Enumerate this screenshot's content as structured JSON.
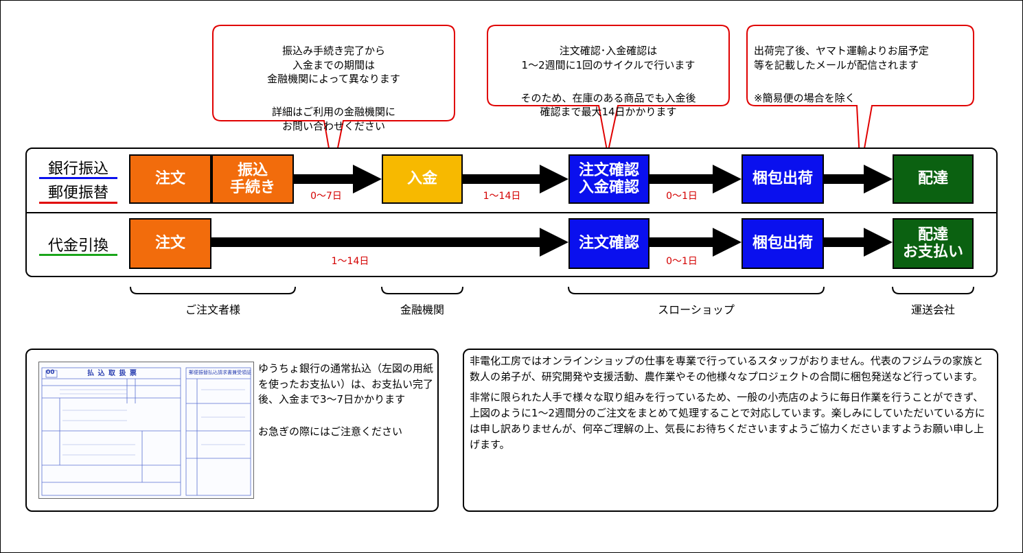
{
  "methods": {
    "bank": "銀行振込",
    "postal": "郵便振替",
    "cod": "代金引換",
    "colors": {
      "bank": "#0a10ee",
      "postal": "#e00000",
      "cod": "#1aa51a"
    }
  },
  "row1": {
    "order": "注文",
    "transfer": "振込\n手続き",
    "deposit": "入金",
    "confirm": "注文確認\n入金確認",
    "ship": "梱包出荷",
    "deliver": "配達",
    "d1": "0～7日",
    "d2": "1～14日",
    "d3": "0～1日"
  },
  "row2": {
    "order": "注文",
    "confirm": "注文確認",
    "ship": "梱包出荷",
    "deliver": "配達\nお支払い",
    "d1": "1～14日",
    "d2": "0～1日"
  },
  "groups": {
    "customer": "ご注文者様",
    "bank": "金融機関",
    "shop": "スローショップ",
    "carrier": "運送会社"
  },
  "callouts": {
    "c1": {
      "p1": "振込み手続き完了から\n入金までの期間は\n金融機関によって異なります",
      "p2": "詳細はご利用の金融機関に\nお問い合わせください"
    },
    "c2": {
      "p1": "注文確認･入金確認は\n1～2週間に1回のサイクルで行います",
      "p2": "そのため、在庫のある商品でも入金後\n確認まで最大14日かかります"
    },
    "c3": {
      "p1": "出荷完了後、ヤマト運輸よりお届予定\n等を記載したメールが配信されます",
      "p2": "※簡易便の場合を除く"
    }
  },
  "slip_note": {
    "p1": "ゆうちょ銀行の通常払込（左図の用紙を使ったお支払い）は、お支払い完了後、入金まで3～7日かかります",
    "p2": "お急ぎの際にはご注意ください",
    "slip_title": "払 込 取 扱 票",
    "slip_title2": "郵便振替払込請求書兼受領証",
    "slip_code": "00"
  },
  "note": {
    "p1": "非電化工房ではオンラインショップの仕事を専業で行っているスタッフがおりません。代表のフジムラの家族と数人の弟子が、研究開発や支援活動、農作業やその他様々なプロジェクトの合間に梱包発送など行っています。",
    "p2": "非常に限られた人手で様々な取り組みを行っているため、一般の小売店のように毎日作業を行うことができず、上図のように1～2週間分のご注文をまとめて処理することで対応しています。楽しみにしていただいている方には申し訳ありませんが、何卒ご理解の上、気長にお待ちくださいますようご協力くださいますようお願い申し上げます。"
  }
}
